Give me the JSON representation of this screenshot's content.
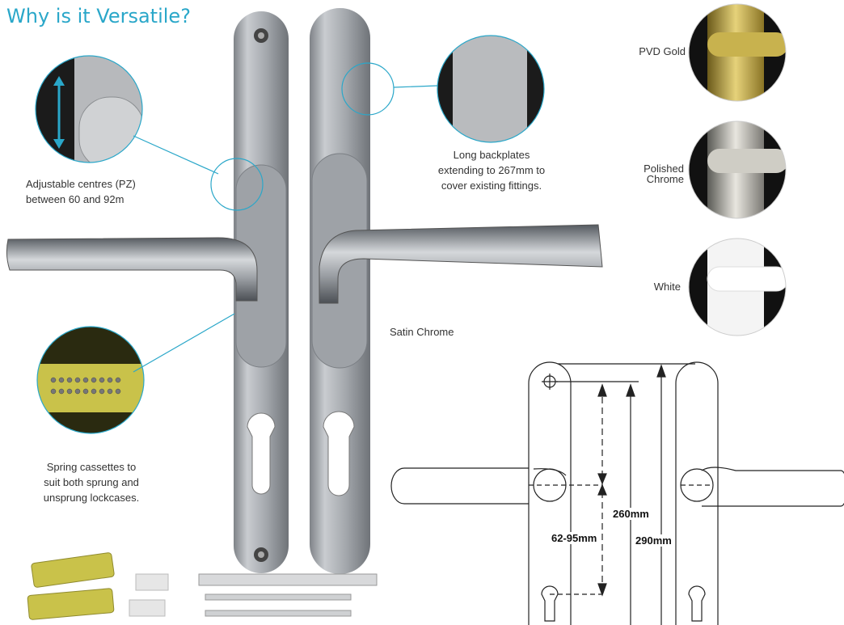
{
  "page": {
    "title": "Why is it Versatile?"
  },
  "captions": {
    "adjustable_centres": "Adjustable centres (PZ)\nbetween 60 and 92m",
    "long_backplates": "Long backplates\nextending to 267mm to\ncover existing fittings.",
    "spring_cassettes": "Spring cassettes to\nsuit both sprung and\nunsprung lockcases.",
    "satin_chrome": "Satin Chrome"
  },
  "finishes": [
    {
      "label": "PVD Gold",
      "color": "#b8a03a"
    },
    {
      "label": "Polished\nChrome",
      "color": "#b5b2a8"
    },
    {
      "label": "White",
      "color": "#f2f2f2"
    }
  ],
  "dimensions": {
    "centres": "62-95mm",
    "backplate_inner": "260mm",
    "backplate_total": "290mm"
  },
  "colors": {
    "accent": "#2aa7c9",
    "satin_chrome": "#a8abb0",
    "cassette_yellow": "#c9c24a"
  }
}
